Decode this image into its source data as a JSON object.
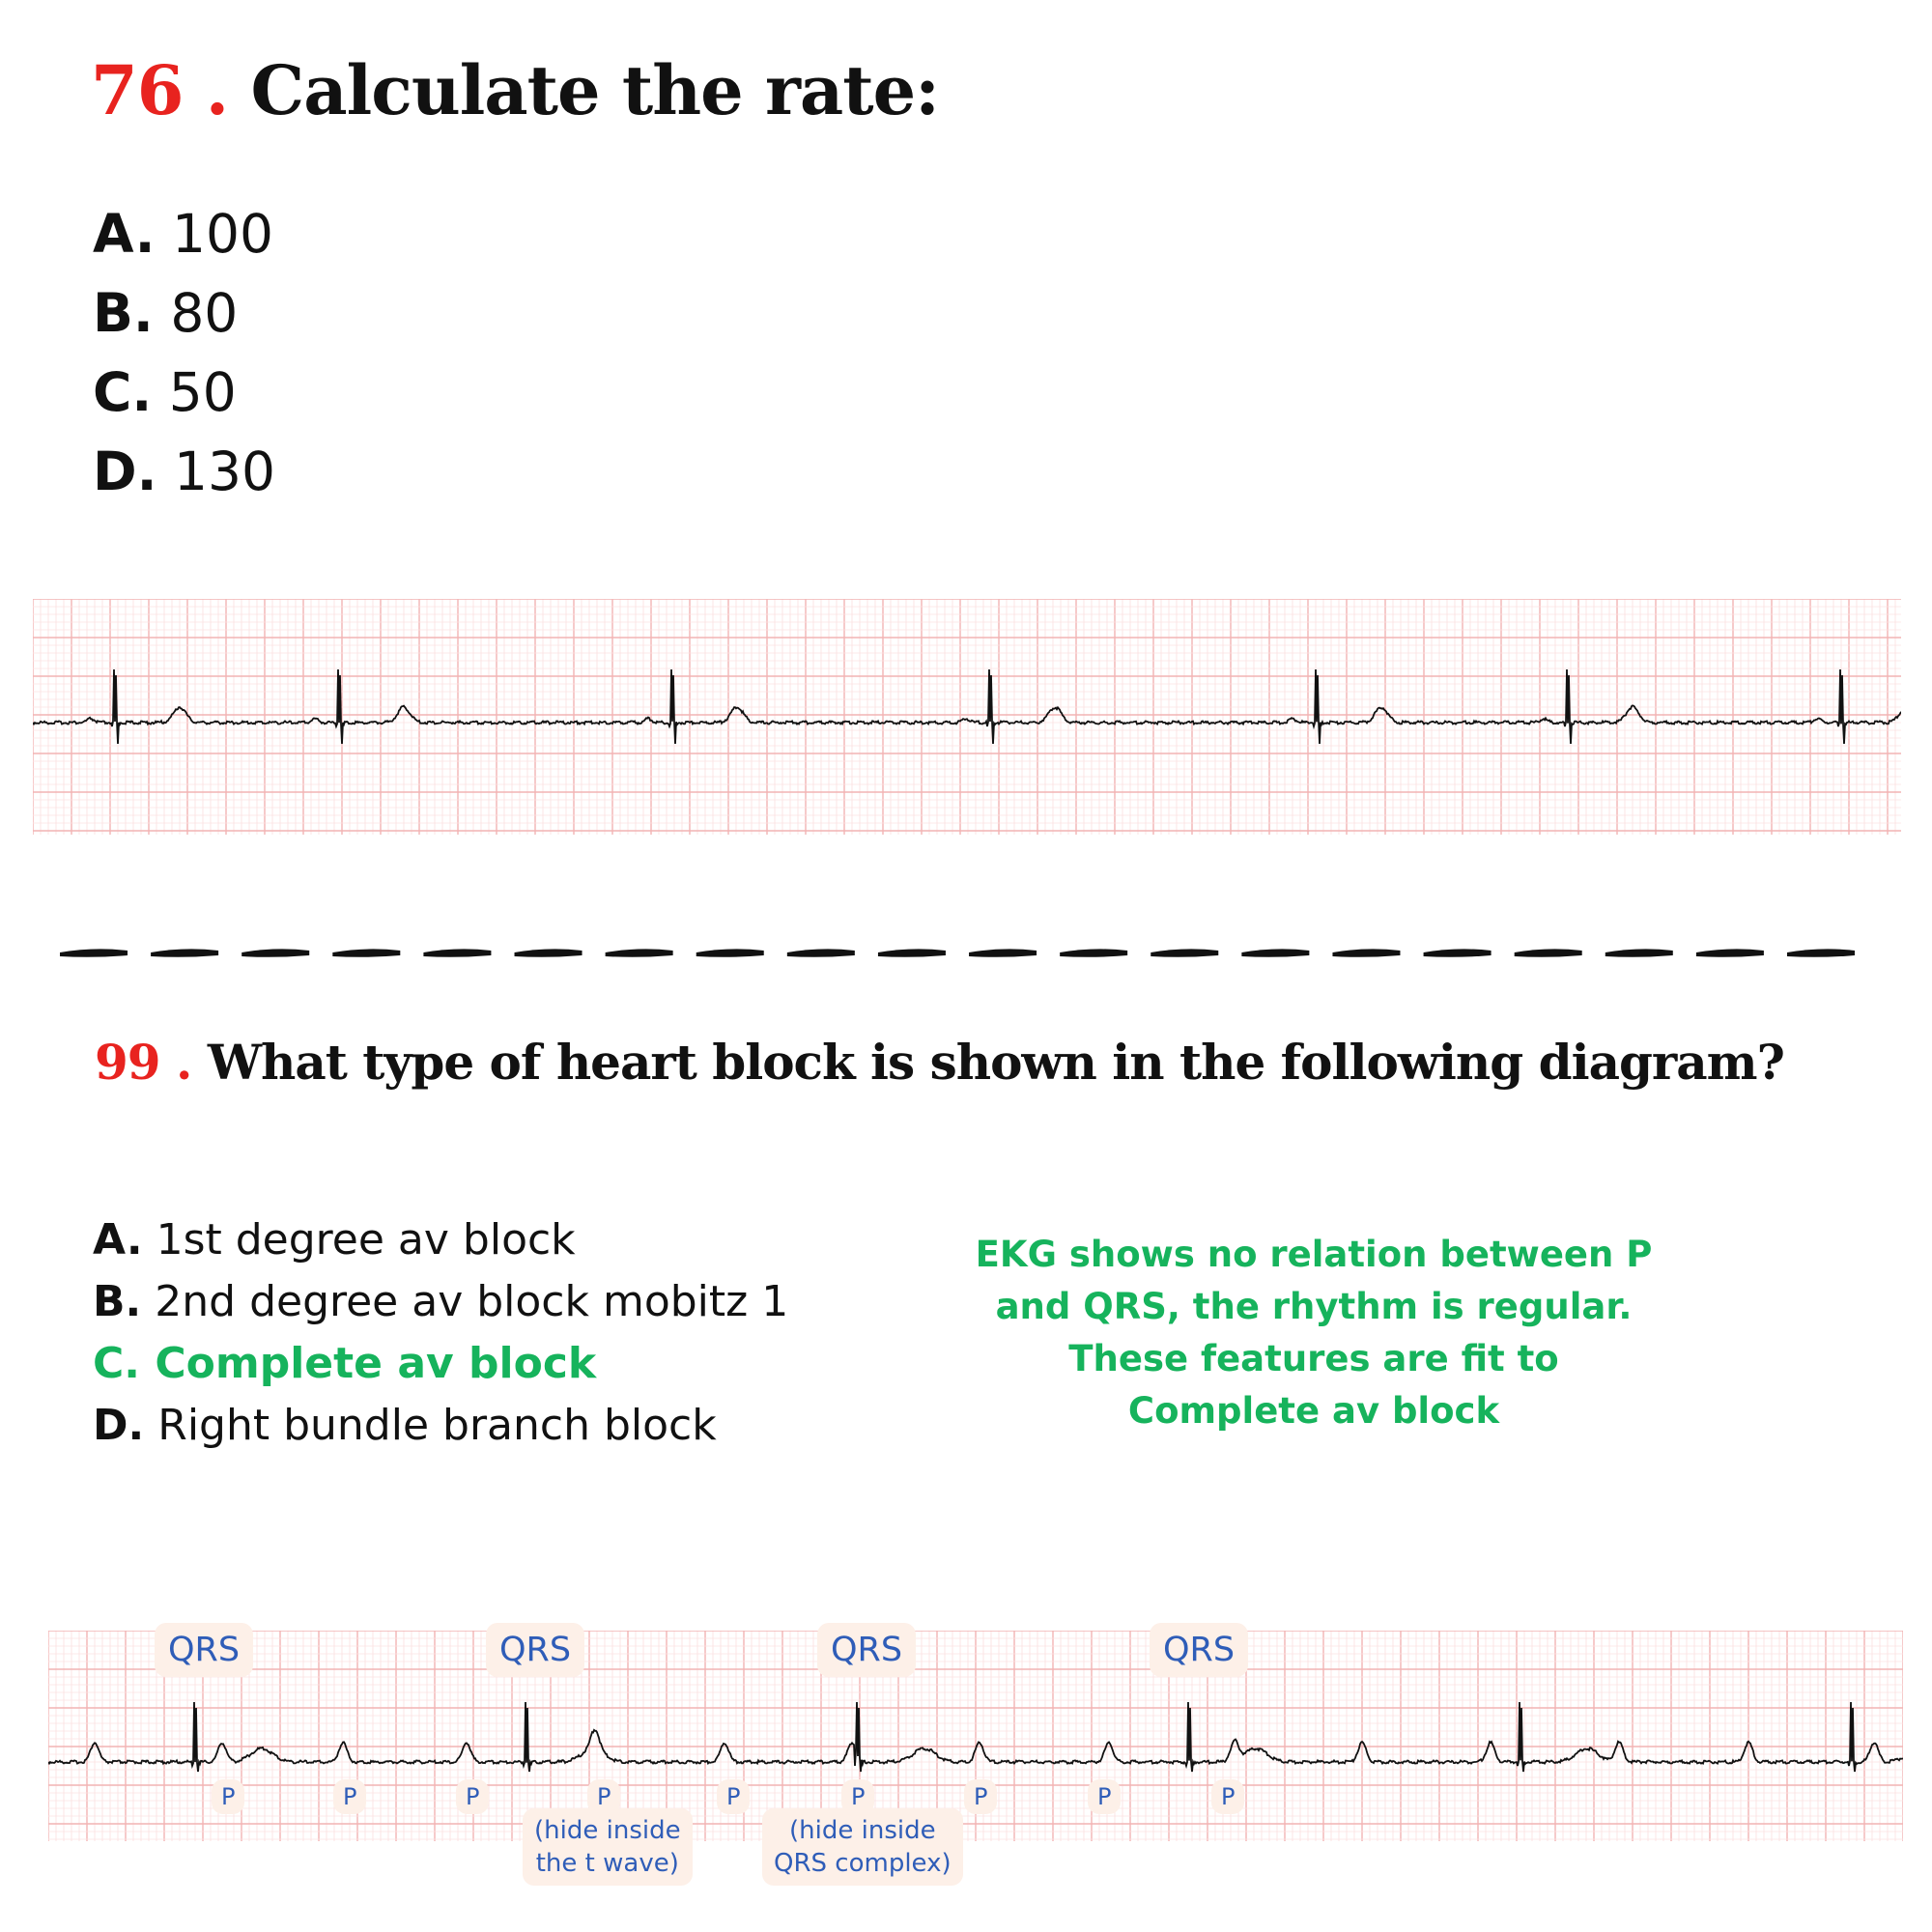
{
  "question1": {
    "number": "76 .",
    "title": "Calculate the rate:",
    "options": [
      {
        "letter": "A.",
        "text": "100"
      },
      {
        "letter": "B.",
        "text": "80"
      },
      {
        "letter": "C.",
        "text": "50"
      },
      {
        "letter": "D.",
        "text": "130"
      }
    ]
  },
  "question2": {
    "number": "99 .",
    "title": "What type of heart block is shown in the following diagram?",
    "options": [
      {
        "letter": "A.",
        "text": "1st degree av block",
        "correct": false
      },
      {
        "letter": "B.",
        "text": "2nd degree av block mobitz 1",
        "correct": false
      },
      {
        "letter": "C.",
        "text": "Complete av block",
        "correct": true
      },
      {
        "letter": "D.",
        "text": "Right bundle branch block",
        "correct": false
      }
    ],
    "explanation": [
      "EKG shows no relation between P",
      "and QRS, the rhythm is regular.",
      "These features are fit to",
      "Complete av block"
    ]
  },
  "annotations": {
    "qrs_label": "QRS",
    "p_label": "P",
    "note_t_wave": [
      "(hide inside",
      "the t wave)"
    ],
    "note_qrs": [
      "(hide inside",
      "QRS complex)"
    ]
  },
  "colors": {
    "question_number": "#e8231f",
    "correct_answer": "#16b35c",
    "grid_major": "#f2b3b3",
    "grid_minor": "#fbe0e0",
    "annotation_text": "#2f5db8",
    "annotation_bg": "#fdf0e8"
  }
}
